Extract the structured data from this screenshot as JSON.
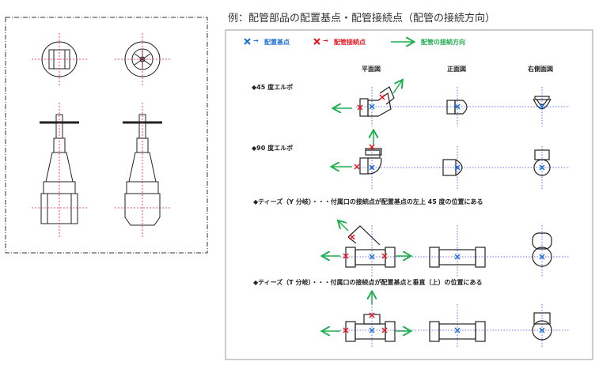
{
  "title": "例：配管部品の配置基点・配管接続点（配管の接続方向）",
  "legend": {
    "base_point": "配置基点",
    "connection_point": "配管接続点",
    "direction": "配管の接続方向",
    "arrow_glyph": "→"
  },
  "columns": [
    "平面図",
    "正面図",
    "右側面図"
  ],
  "rows": [
    "◆45 度エルボ",
    "◆90 度エルボ",
    "◆ティーズ（Y 分岐）・・・付属口の接続点が配置基点の左上 45 度の位置にある",
    "◆ティーズ（T 分岐）・・・付属口の接続点が配置基点と垂直（上）の位置にある"
  ],
  "colors": {
    "base": "#1a6fd6",
    "connect": "#e8141e",
    "direction": "#1fae4f",
    "center_line": "#3344ff",
    "valve_line": "#e8144e"
  }
}
